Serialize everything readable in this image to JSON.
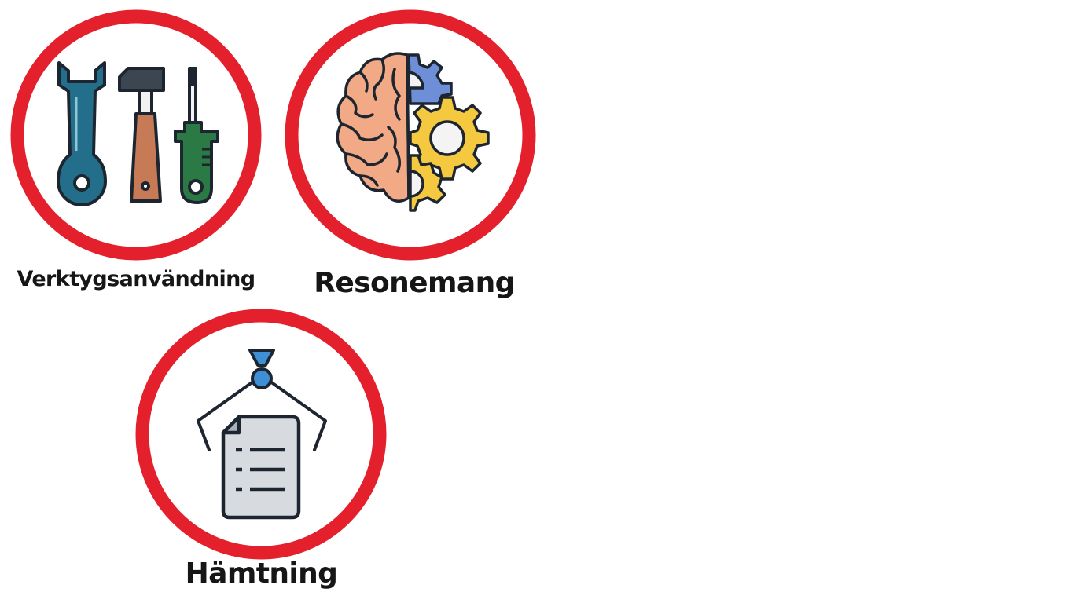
{
  "colors": {
    "ring": "#e3202c",
    "outline": "#1d2630",
    "wrench": "#236e8a",
    "hammer_handle": "#c77a56",
    "hammer_head": "#3c4650",
    "screwdriver": "#2b7a45",
    "brain": "#f2a986",
    "gear_blue": "#6e8fd8",
    "gear_yellow": "#f4c83f",
    "hook": "#3f8fd6",
    "document": "#d7dbdf"
  },
  "items": [
    {
      "id": "tools",
      "label": "Verktygsanvändning",
      "icon": "tools-icon"
    },
    {
      "id": "reason",
      "label": "Resonemang",
      "icon": "brain-gears-icon"
    },
    {
      "id": "retrieve",
      "label": "Hämtning",
      "icon": "claw-document-icon"
    }
  ]
}
